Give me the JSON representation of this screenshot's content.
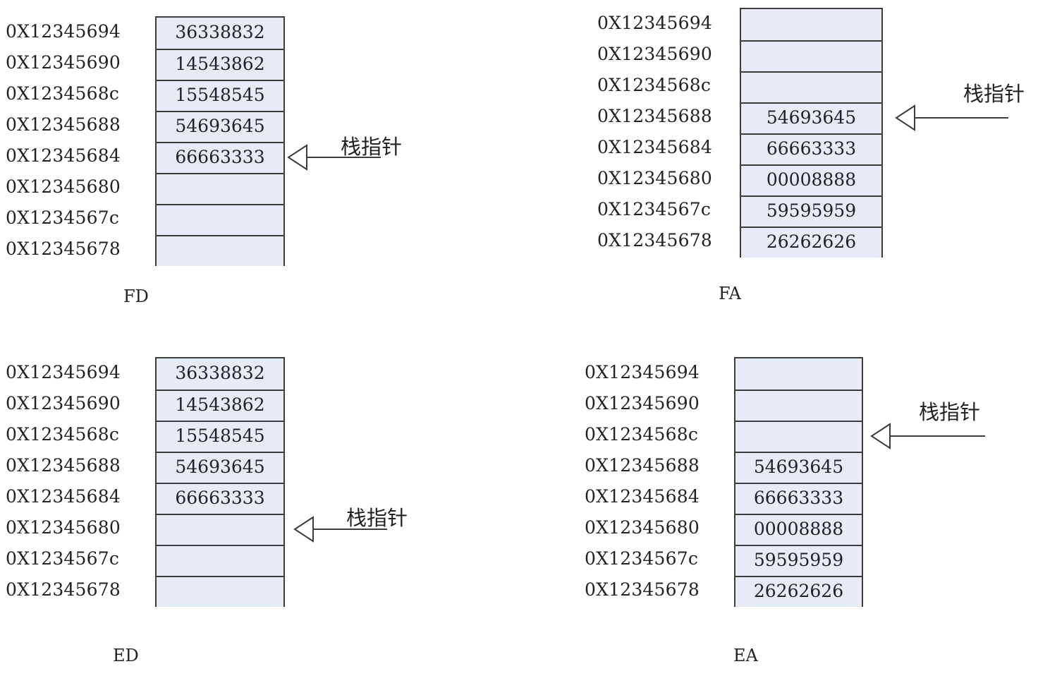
{
  "stack_pointer_label": "栈指针",
  "colors": {
    "cell_fill": "#e6ebf5",
    "border": "#3c3c3c"
  },
  "panels": [
    {
      "id": "fd",
      "caption": "FD",
      "addresses": [
        "0X12345694",
        "0X12345690",
        "0X1234568c",
        "0X12345688",
        "0X12345684",
        "0X12345680",
        "0X1234567c",
        "0X12345678"
      ],
      "values": [
        "36338832",
        "14543862",
        "15548545",
        "54693645",
        "66663333",
        "",
        "",
        ""
      ],
      "stack_pointer_row": 4
    },
    {
      "id": "fa",
      "caption": "FA",
      "addresses": [
        "0X12345694",
        "0X12345690",
        "0X1234568c",
        "0X12345688",
        "0X12345684",
        "0X12345680",
        "0X1234567c",
        "0X12345678"
      ],
      "values": [
        "",
        "",
        "",
        "54693645",
        "66663333",
        "00008888",
        "59595959",
        "26262626"
      ],
      "stack_pointer_row": 3
    },
    {
      "id": "ed",
      "caption": "ED",
      "addresses": [
        "0X12345694",
        "0X12345690",
        "0X1234568c",
        "0X12345688",
        "0X12345684",
        "0X12345680",
        "0X1234567c",
        "0X12345678"
      ],
      "values": [
        "36338832",
        "14543862",
        "15548545",
        "54693645",
        "66663333",
        "",
        "",
        ""
      ],
      "stack_pointer_row": 5
    },
    {
      "id": "ea",
      "caption": "EA",
      "addresses": [
        "0X12345694",
        "0X12345690",
        "0X1234568c",
        "0X12345688",
        "0X12345684",
        "0X12345680",
        "0X1234567c",
        "0X12345678"
      ],
      "values": [
        "",
        "",
        "",
        "54693645",
        "66663333",
        "00008888",
        "59595959",
        "26262626"
      ],
      "stack_pointer_row": 2
    }
  ]
}
